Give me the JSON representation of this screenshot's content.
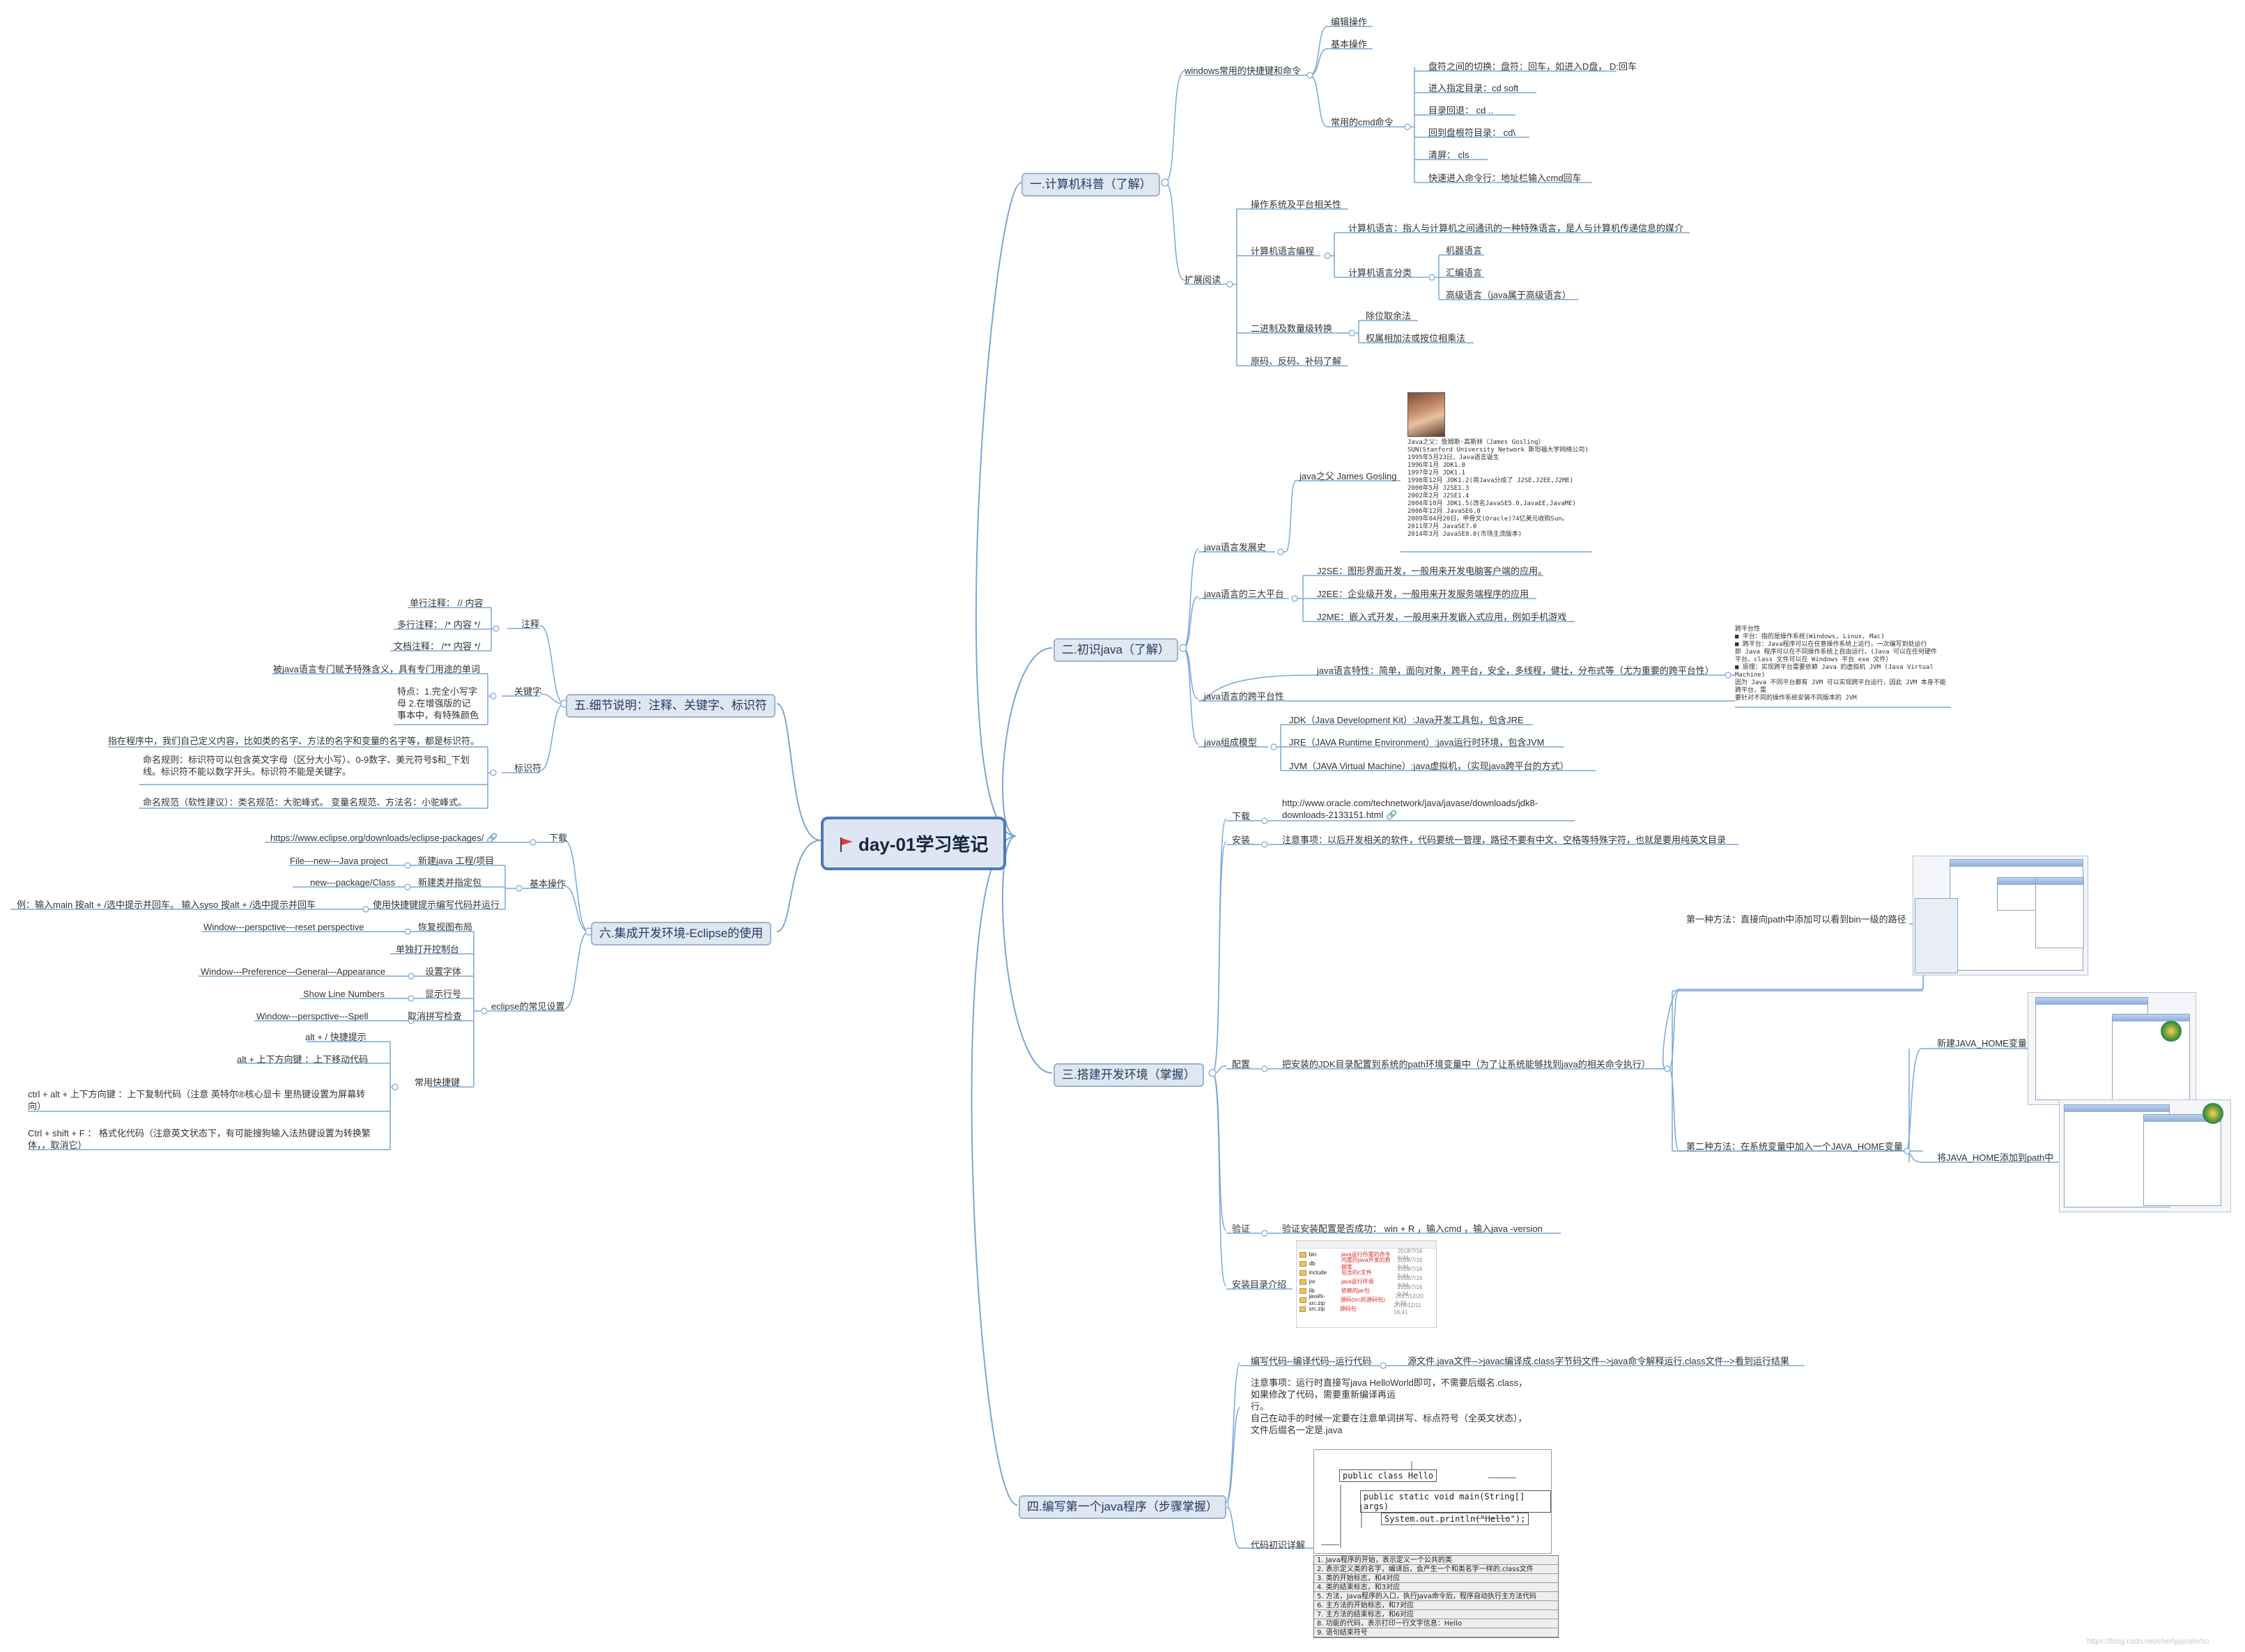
{
  "root": {
    "title": "day-01学习笔记"
  },
  "colors": {
    "line": "#7aa6d6",
    "root_border": "#4e79b8",
    "topic_fill": "#dfe7f1",
    "red_text": "#d62b2b"
  },
  "b1": {
    "title": "一.计算机科普（了解）",
    "windows": {
      "label": "windows常用的快捷键和命令",
      "items": [
        "编辑操作",
        "基本操作"
      ],
      "cmd": {
        "label": "常用的cmd命令",
        "items": [
          "盘符之间的切换：盘符：回车，如进入D盘，  D:回车",
          "进入指定目录：cd   soft",
          "目录回退：  cd   ..",
          "回到盘根符目录：   cd\\",
          "清屏：    cls",
          "快速进入命令行：地址栏输入cmd回车"
        ]
      }
    },
    "ext": {
      "label": "扩展阅读",
      "os": "操作系统及平台相关性",
      "lang": {
        "label": "计算机语言编程",
        "def": "计算机语言：指人与计算机之间通讯的一种特殊语言，是人与计算机传递信息的媒介",
        "cls_label": "计算机语言分类",
        "cls": [
          "机器语言",
          "汇编语言",
          "高级语言（java属于高级语言）"
        ]
      },
      "bin": {
        "label": "二进制及数量级转换",
        "items": [
          "除位取余法",
          "权属相加法或按位相乘法"
        ]
      },
      "code": "原码、反码、补码了解"
    }
  },
  "b2": {
    "title": "二.初识java（了解）",
    "history": {
      "label": "java语言发展史",
      "father": "java之父 James Gosling",
      "timeline": [
        {
          "t": "Java之父：詹姆斯·高斯林（James Gosling）",
          "red": false
        },
        {
          "t": "SUN(Stanford University Network 斯坦福大学网络公司)",
          "red": false
        },
        {
          "t": "1995年5月23日，Java语言诞生",
          "red": true
        },
        {
          "t": "1996年1月   JDK1.0",
          "red": false
        },
        {
          "t": "1997年2月   JDK1.1",
          "red": false
        },
        {
          "t": "1998年12月  JDK1.2(将Java分成了 J2SE,J2EE,J2ME)",
          "red": true
        },
        {
          "t": "2000年5月   J2SE1.3",
          "red": false
        },
        {
          "t": "2002年2月   J2SE1.4",
          "red": false
        },
        {
          "t": "2004年10月 JDK1.5(改名JavaSE5.0,JavaEE,JavaME)",
          "red": true
        },
        {
          "t": "2006年12月 JavaSE6.0",
          "red": false
        },
        {
          "t": "2009年04月20日，甲骨文(Oracle)74亿美元收购Sun。",
          "red": true
        },
        {
          "t": "2011年7月 JavaSE7.0",
          "red": false
        },
        {
          "t": "2014年3月 JavaSE8.0(市场主流版本)",
          "red": true
        }
      ]
    },
    "platforms": {
      "label": "java语言的三大平台",
      "items": [
        "J2SE：图形界面开发，一般用来开发电脑客户端的应用。",
        "J2EE：企业级开发，一般用来开发服务端程序的应用",
        "J2ME：嵌入式开发，一般用来开发嵌入式应用，例如手机游戏"
      ]
    },
    "cross": {
      "label": "java语言的跨平台性",
      "feature": "java语言特性：简单，面向对象，跨平台，安全，多线程，健壮，分布式等（尤为重要的跨平台性）",
      "notes": [
        {
          "t": "跨平台性",
          "red": false
        },
        {
          "t": "■  平台：指的是操作系统(Windows, Linux, Mac)",
          "red": false
        },
        {
          "t": "■  跨平台：Java程序可以在任意操作系统上运行，一次编写到处运行",
          "red": true
        },
        {
          "t": "   即 Java 程序可以在不同操作系统上自由运行，(Java 可以在任何硬件",
          "red": false
        },
        {
          "t": "   平台。class 文件可以在 Windows 平台 exe 文件）",
          "red": false
        },
        {
          "t": "■  原理：实现跨平台需要依赖 Java 的虚拟机 JVM (Java Virtual",
          "red": false
        },
        {
          "t": "   Machine)",
          "red": false
        },
        {
          "t": "   因为 Java 不同平台都有 JVM 可以实现跨平台运行，因此 JVM 本身不能跨平台，需",
          "red": true
        },
        {
          "t": "   要针对不同的操作系统安装不同版本的 JVM",
          "red": true
        }
      ]
    },
    "model": {
      "label": "java组成模型",
      "items": [
        "JDK（Java Development Kit）:Java开发工具包，包含JRE",
        "JRE（JAVA Runtime Environment）:java运行时环境，包含JVM",
        "JVM（JAVA Virtual Machine）:java虚拟机，（实现java跨平台的方式）"
      ]
    }
  },
  "b3": {
    "title": "三.搭建开发环境（掌握）",
    "download": {
      "label": "下载",
      "url": "http://www.oracle.com/technetwork/java/javase/downloads/jdk8-downloads-2133151.html"
    },
    "install": {
      "label": "安装",
      "note": "注意事项：以后开发相关的软件，代码要统一管理，路径不要有中文、空格等特殊字符，也就是要用纯英文目录"
    },
    "config": {
      "label": "配置",
      "desc": "把安装的JDK目录配置到系统的path环境变量中（为了让系统能够找到java的相关命令执行）",
      "method1": "第一种方法：直接向path中添加可以看到bin一级的路径",
      "method2": "第二种方法：在系统变量中加入一个JAVA_HOME变量",
      "new_home": "新建JAVA_HOME变量",
      "add_home": "将JAVA_HOME添加到path中"
    },
    "verify": {
      "label": "验证",
      "desc": "验证安装配置是否成功：  win + R ，输入cmd ，输入java   -version"
    },
    "dir": {
      "label": "安装目录介绍",
      "files": [
        {
          "name": "bin",
          "note": "java运行所需的命令",
          "date": "2018/7/16 9:34"
        },
        {
          "name": "db",
          "note": "内置的java开发的数据库",
          "date": "2018/7/16 9:34"
        },
        {
          "name": "include",
          "note": "包含的c文件",
          "date": "2018/7/16 9:34"
        },
        {
          "name": "jre",
          "note": "java运行环境",
          "date": "2018/7/16 9:34"
        },
        {
          "name": "lib",
          "note": "依赖的jar包",
          "date": "2018/7/16 9:34"
        },
        {
          "name": "javafx-src.zip",
          "note": "源码(src的源码包)",
          "date": "2017/12/20 9:34"
        },
        {
          "name": "src.zip",
          "note": "源码包",
          "date": "2018/12/11 16:41"
        }
      ]
    }
  },
  "b4": {
    "title": "四.编写第一个java程序（步骤掌握）",
    "flow": {
      "label": "编写代码--编译代码--运行代码",
      "desc": "源文件.java文件-->javac编译成.class字节码文件-->java命令解释运行.class文件-->看到运行结果"
    },
    "notes": [
      "注意事项：运行时直接写java  HelloWorld即可，不需要后缀名.class，",
      "如果修改了代码，需要重新编译再运",
      "行。",
      "自己在动手的时候一定要在注意单词拼写、标点符号（全英文状态），",
      "文件后缀名一定是.java"
    ],
    "code_label": "代码初识详解",
    "code_lines": [
      "public class Hello",
      "public static void main(String[] args)",
      "System.out.println(\"Hello\");"
    ],
    "explain": [
      "1.  Java程序的开始，表示定义一个公共的类",
      "2.  表示定义类的名字，编译后，会产生一个和类名字一样的.class文件",
      "3.  类的开始标志，和4对应",
      "4.  类的结束标志，和3对应",
      "5.  方法，Java程序的入口，执行Java命令后，程序自动执行主方法代码",
      "6.  主方法的开始标志，和7对应",
      "7.  主方法的结束标志，和6对应",
      "8.  功能的代码，表示打印一行文字信息：Hello",
      "9.  语句结束符号"
    ]
  },
  "b5": {
    "title": "五.细节说明：注释、关键字、标识符",
    "comment": {
      "label": "注释",
      "items": [
        "单行注释：  // 内容",
        "多行注释：  /*  内容 */",
        "文档注释：  /**  内容   */"
      ]
    },
    "keyword": {
      "label": "关键字",
      "def": "被java语言专门赋予特殊含义，具有专门用途的单词",
      "feature": [
        "特点：1.完全小写字",
        "母      2.在增强版的记",
        "事本中，有特殊颜色"
      ]
    },
    "ident": {
      "label": "标识符",
      "def": "指在程序中，我们自己定义内容，比如类的名字、方法的名字和变量的名字等，都是标识符。",
      "rule": [
        "命名规则：标识符可以包含英文字母（区分大小写）、0-9数字、美元符号$和_下划",
        "线。标识符不能以数字开头。标识符不能是关键字。"
      ],
      "norm": "命名规范（软性建议）：类名规范：大驼峰式。    变量名规范、方法名：小驼峰式。"
    }
  },
  "b6": {
    "title": "六.集成开发环境-Eclipse的使用",
    "download": {
      "label": "下载",
      "url": "https://www.eclipse.org/downloads/eclipse-packages/"
    },
    "basic": {
      "label": "基本操作",
      "items": [
        {
          "k": "新建java 工程/项目",
          "v": "File---new---Java project"
        },
        {
          "k": "新建类并指定包",
          "v": "new---package/Class"
        },
        {
          "k": "使用快捷键提示编写代码并运行",
          "v": "例：输入main 按alt + /选中提示并回车。    输入syso  按alt + /选中提示并回车"
        }
      ]
    },
    "settings": {
      "label": "eclipse的常见设置",
      "items": [
        {
          "k": "恢复视图布局",
          "v": "Window---perspctive---reset perspective"
        },
        {
          "k": "单独打开控制台",
          "v": ""
        },
        {
          "k": "设置字体",
          "v": "Window---Preference---General---Appearance"
        },
        {
          "k": "显示行号",
          "v": "Show Line Numbers"
        },
        {
          "k": "取消拼写检查",
          "v": "Window---perspctive---Spell"
        }
      ],
      "shortcut": {
        "label": "常用快捷键",
        "items": [
          [
            "alt + / 快捷提示"
          ],
          [
            "alt + 上下方向键  ：上下移动代码"
          ],
          [
            "ctrl + alt + 上下方向键 ：上下复制代码（注意 英特尔®核心显卡 里热键设置为屏幕转",
            "向）"
          ],
          [
            "Ctrl + shift + F ： 格式化代码（注意英文状态下，有可能搜狗输入法热键设置为转换繁",
            "体，，取消它）"
          ]
        ]
      }
    }
  },
  "watermark": "https://blog.csdn.net/cherlyjavalerho"
}
